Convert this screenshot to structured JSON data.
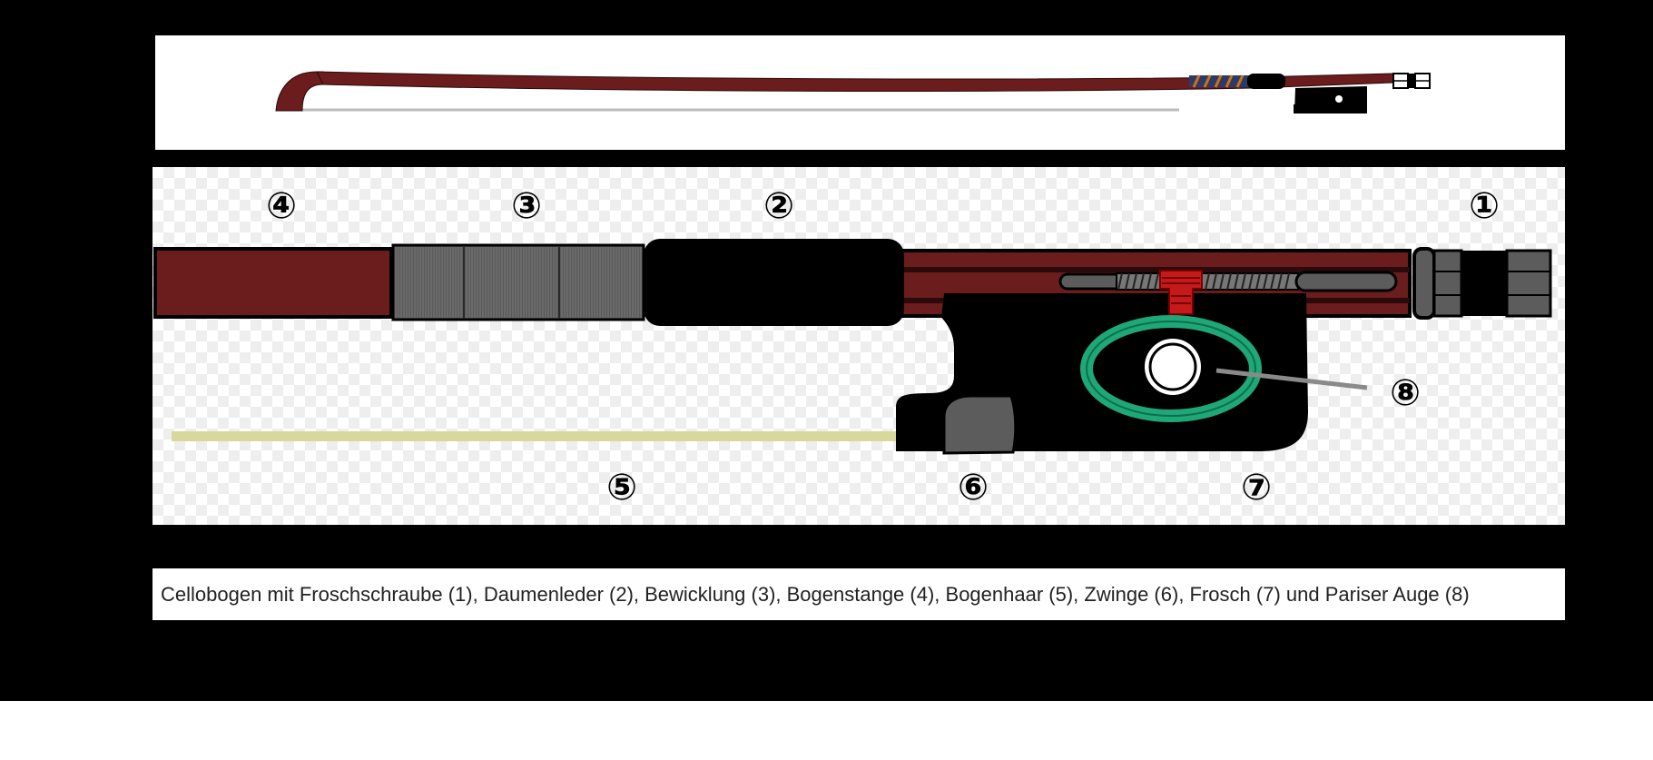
{
  "caption": "Cellobogen mit Froschschraube (1), Daumenleder (2), Bewicklung (3), Bogenstange (4), Bogenhaar (5), Zwinge (6), Frosch (7) und Pariser Auge (8)",
  "labels": [
    {
      "id": "1",
      "text": "①"
    },
    {
      "id": "2",
      "text": "②"
    },
    {
      "id": "3",
      "text": "③"
    },
    {
      "id": "4",
      "text": "④"
    },
    {
      "id": "5",
      "text": "⑤"
    },
    {
      "id": "6",
      "text": "⑥"
    },
    {
      "id": "7",
      "text": "⑦"
    },
    {
      "id": "8",
      "text": "⑧"
    }
  ],
  "colors": {
    "stick": "#6b1c1c",
    "winding": "#5a5a5a",
    "thumb_leather": "#000000",
    "frog": "#000000",
    "eye_ring": "#1ea878",
    "hair": "#d8d89a",
    "screw_red": "#c41a1a",
    "ferrule": "#5c5c5c"
  }
}
